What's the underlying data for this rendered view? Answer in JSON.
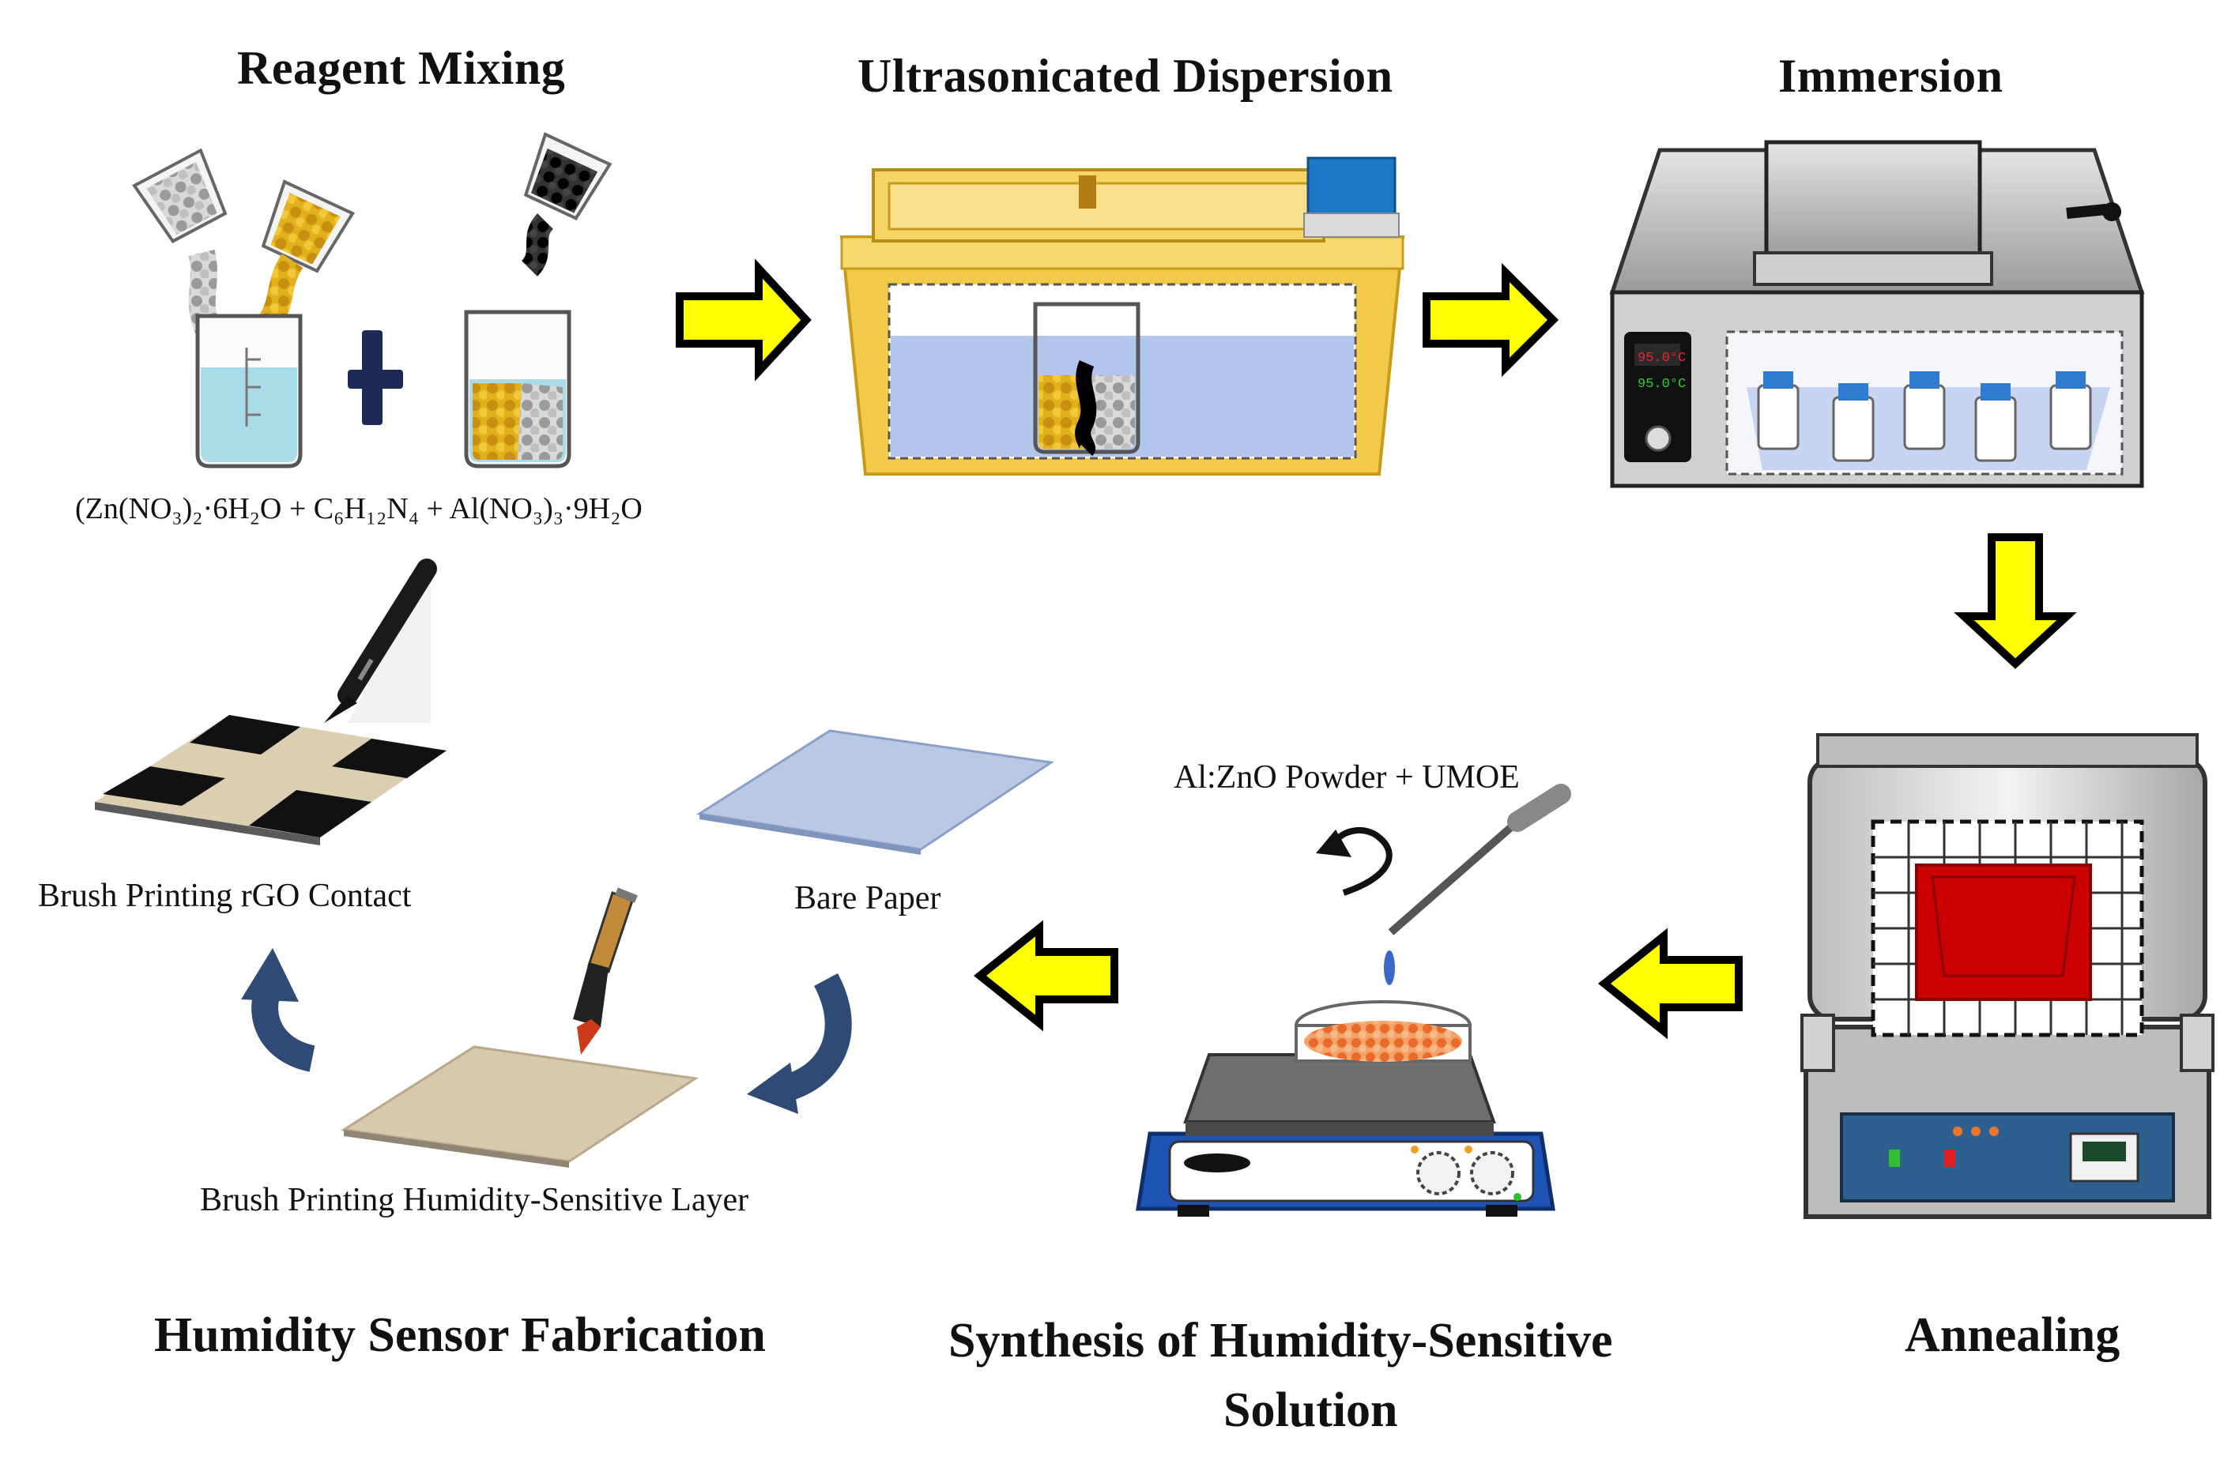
{
  "steps": {
    "reagent_mixing": "Reagent Mixing",
    "ultrasonicated_dispersion": "Ultrasonicated Dispersion",
    "immersion": "Immersion",
    "annealing": "Annealing",
    "synthesis_line1": "Synthesis of Humidity-Sensitive",
    "synthesis_line2": "Solution",
    "humidity_sensor_fabrication": "Humidity Sensor Fabrication"
  },
  "captions": {
    "formula": "(Zn(NO₃)₂·6H₂O + C₆H₁₂N₄ + Al(NO₃)₃·9H₂O",
    "powder": "Al:ZnO Powder + UMOE",
    "bare_paper": "Bare Paper",
    "rgo_contact": "Brush Printing rGO Contact",
    "sensitive_layer": "Brush Printing Humidity-Sensitive Layer"
  },
  "oven_display": {
    "temp_top": "95.0°C",
    "temp_bottom": "95.0°C"
  },
  "colors": {
    "arrow_fill": "#ffff00",
    "arrow_stroke": "#000000",
    "water": "#a9c8f0",
    "gold_particles": "#d6a41c",
    "furnace_hot": "#cc0000",
    "bath_yellow": "#f3c94a",
    "cycle_arrow": "#2f4a74"
  }
}
